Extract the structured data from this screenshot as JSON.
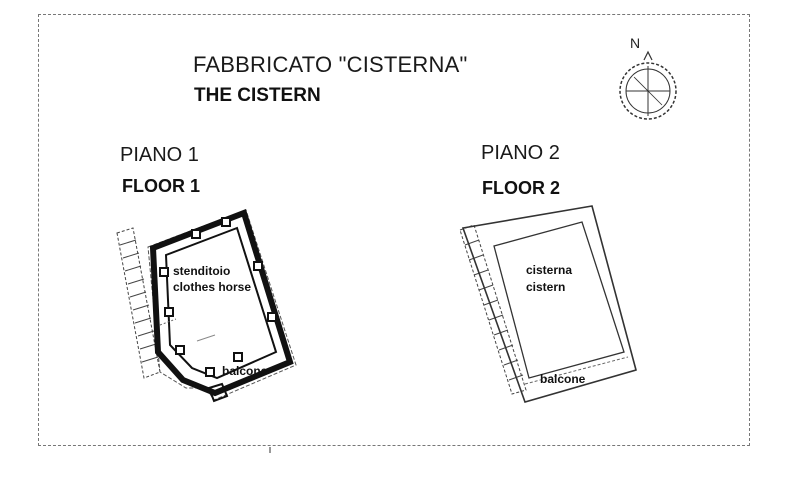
{
  "title": {
    "italian": "FABBRICATO \"CISTERNA\"",
    "english": "THE CISTERN"
  },
  "compass": {
    "label": "N"
  },
  "floor1": {
    "piano": "PIANO 1",
    "floor": "FLOOR 1",
    "room_it": "stenditoio",
    "room_en": "clothes horse",
    "balcony": "balcone"
  },
  "floor2": {
    "piano": "PIANO 2",
    "floor": "FLOOR 2",
    "room_it": "cisterna",
    "room_en": "cistern",
    "balcony": "balcone"
  }
}
